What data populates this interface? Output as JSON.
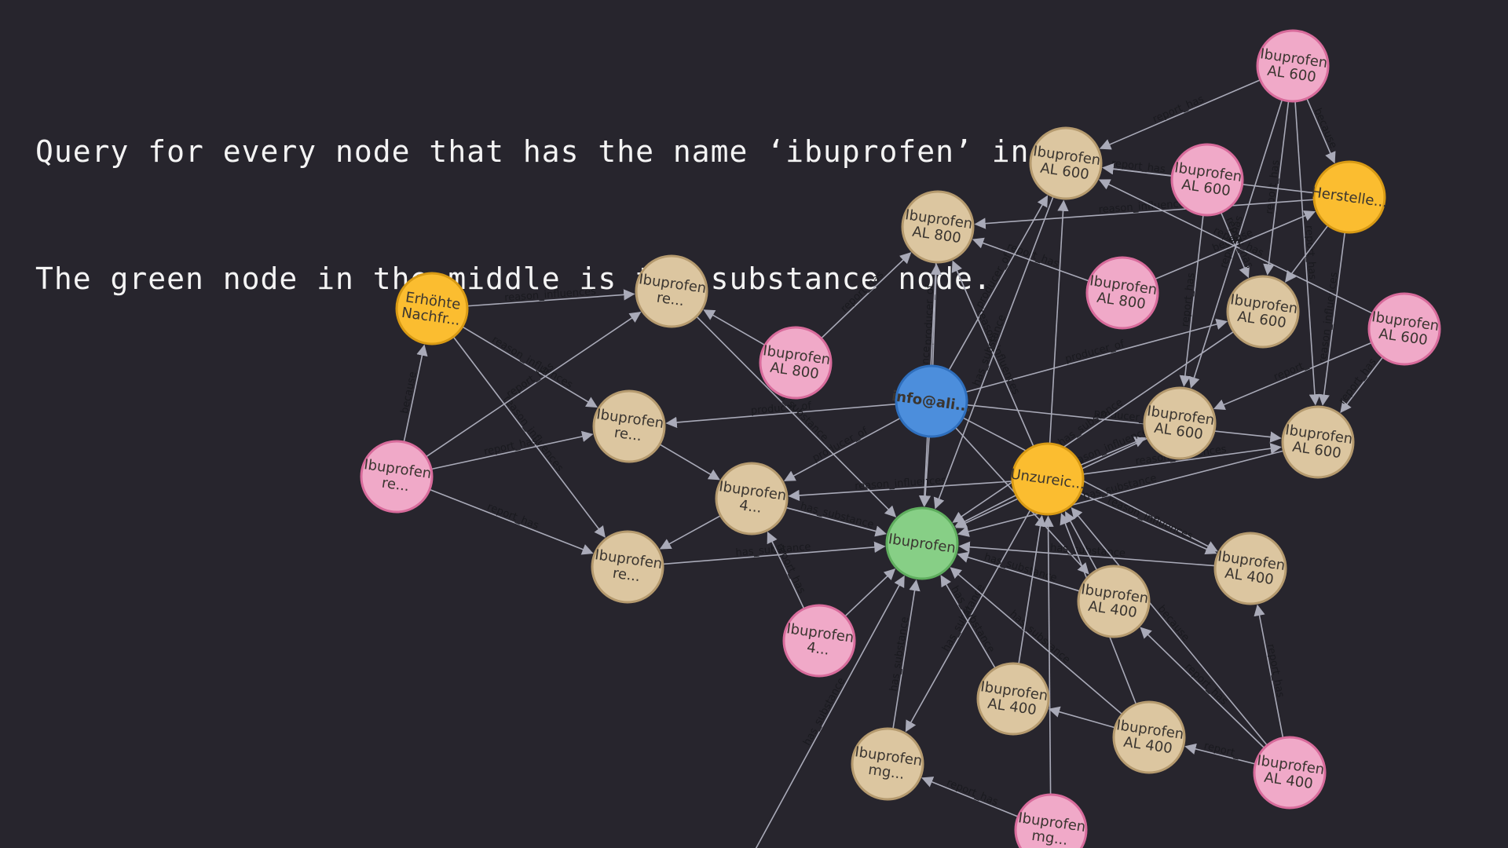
{
  "caption": {
    "line1": "Query for every node that has the name ‘ibuprofen’ in it.",
    "line2": "The green node in the middle is the substance node."
  },
  "colors": {
    "background": "#27252d",
    "report": "#f0a9c8",
    "report_border": "#d86b9b",
    "product": "#dcc6a0",
    "product_border": "#b59a6e",
    "reason": "#fbbd30",
    "reason_border": "#d89a14",
    "producer": "#4c8edc",
    "producer_border": "#2f6fbd",
    "substance": "#87cf86",
    "substance_border": "#5fae5e",
    "edge": "#a9aab8"
  },
  "nodes": [
    {
      "id": "n_r1",
      "kind": "report",
      "lines": [
        "Ibuprofen",
        "AL 600"
      ]
    },
    {
      "id": "n_p1",
      "kind": "product",
      "lines": [
        "Ibuprofen",
        "AL 600"
      ]
    },
    {
      "id": "n_r2",
      "kind": "report",
      "lines": [
        "Ibuprofen",
        "AL 600"
      ]
    },
    {
      "id": "n_h",
      "kind": "reason",
      "lines": [
        "Herstelle..."
      ]
    },
    {
      "id": "n_p2",
      "kind": "product",
      "lines": [
        "Ibuprofen",
        "AL 800"
      ]
    },
    {
      "id": "n_r3",
      "kind": "report",
      "lines": [
        "Ibuprofen",
        "AL 800"
      ]
    },
    {
      "id": "n_p3",
      "kind": "product",
      "lines": [
        "Ibuprofen",
        "AL 600"
      ]
    },
    {
      "id": "n_r4",
      "kind": "report",
      "lines": [
        "Ibuprofen",
        "AL 600"
      ]
    },
    {
      "id": "n_en",
      "kind": "reason",
      "lines": [
        "Erhöhte",
        "Nachfr..."
      ]
    },
    {
      "id": "n_p4",
      "kind": "product",
      "lines": [
        "Ibuprofen",
        "re..."
      ]
    },
    {
      "id": "n_r5",
      "kind": "report",
      "lines": [
        "Ibuprofen",
        "AL 800"
      ]
    },
    {
      "id": "n_info",
      "kind": "producer",
      "lines": [
        "info@ali..."
      ]
    },
    {
      "id": "n_p5",
      "kind": "product",
      "lines": [
        "Ibuprofen",
        "re..."
      ]
    },
    {
      "id": "n_p6",
      "kind": "product",
      "lines": [
        "Ibuprofen",
        "AL 600"
      ]
    },
    {
      "id": "n_p7",
      "kind": "product",
      "lines": [
        "Ibuprofen",
        "AL 600"
      ]
    },
    {
      "id": "n_r6",
      "kind": "report",
      "lines": [
        "Ibuprofen",
        "re..."
      ]
    },
    {
      "id": "n_p8",
      "kind": "product",
      "lines": [
        "Ibuprofen",
        "4..."
      ]
    },
    {
      "id": "n_u",
      "kind": "reason",
      "lines": [
        "Unzureic..."
      ]
    },
    {
      "id": "n_ibu",
      "kind": "substance",
      "lines": [
        "Ibuprofen"
      ]
    },
    {
      "id": "n_p9",
      "kind": "product",
      "lines": [
        "Ibuprofen",
        "re..."
      ]
    },
    {
      "id": "n_p10",
      "kind": "product",
      "lines": [
        "Ibuprofen",
        "AL 400"
      ]
    },
    {
      "id": "n_p11",
      "kind": "product",
      "lines": [
        "Ibuprofen",
        "AL 400"
      ]
    },
    {
      "id": "n_r7",
      "kind": "report",
      "lines": [
        "Ibuprofen",
        "4..."
      ]
    },
    {
      "id": "n_p12",
      "kind": "product",
      "lines": [
        "Ibuprofen",
        "AL 400"
      ]
    },
    {
      "id": "n_p13",
      "kind": "product",
      "lines": [
        "Ibuprofen",
        "AL 400"
      ]
    },
    {
      "id": "n_p14",
      "kind": "product",
      "lines": [
        "Ibuprofen",
        "mg..."
      ]
    },
    {
      "id": "n_r8",
      "kind": "report",
      "lines": [
        "Ibuprofen",
        "AL 400"
      ]
    },
    {
      "id": "n_r9",
      "kind": "report",
      "lines": [
        "Ibuprofen",
        "mg..."
      ]
    }
  ],
  "edges": [
    {
      "from": "n_r1",
      "to": "n_p1",
      "label": "report_has"
    },
    {
      "from": "n_r1",
      "to": "n_h",
      "label": "because"
    },
    {
      "from": "n_r1",
      "to": "n_p3",
      "label": "report_has"
    },
    {
      "from": "n_r1",
      "to": "n_p7",
      "label": "report_has"
    },
    {
      "from": "n_r1",
      "to": "n_p6",
      "label": "report_has"
    },
    {
      "from": "n_r2",
      "to": "n_p1",
      "label": "report_has"
    },
    {
      "from": "n_r2",
      "to": "n_p3",
      "label": "report_has"
    },
    {
      "from": "n_r2",
      "to": "n_p6",
      "label": "report_has"
    },
    {
      "from": "n_h",
      "to": "n_p2",
      "label": "reason_influences"
    },
    {
      "from": "n_h",
      "to": "n_p3",
      "label": ""
    },
    {
      "from": "n_h",
      "to": "n_p7",
      "label": "reason_influences"
    },
    {
      "from": "n_h",
      "to": "n_p1",
      "label": ""
    },
    {
      "from": "n_r3",
      "to": "n_p2",
      "label": "report_has"
    },
    {
      "from": "n_r3",
      "to": "n_h",
      "label": "because"
    },
    {
      "from": "n_r4",
      "to": "n_p1",
      "label": "report_has"
    },
    {
      "from": "n_r4",
      "to": "n_p7",
      "label": "report_has"
    },
    {
      "from": "n_r4",
      "to": "n_p6",
      "label": "report_"
    },
    {
      "from": "n_en",
      "to": "n_p4",
      "label": "reason_influences"
    },
    {
      "from": "n_en",
      "to": "n_p5",
      "label": "reason_influences"
    },
    {
      "from": "n_en",
      "to": "n_p9",
      "label": "reason_influences"
    },
    {
      "from": "n_r6",
      "to": "n_en",
      "label": "because"
    },
    {
      "from": "n_r6",
      "to": "n_p4",
      "label": "report_has"
    },
    {
      "from": "n_r6",
      "to": "n_p5",
      "label": "report_has"
    },
    {
      "from": "n_r6",
      "to": "n_p9",
      "label": "report_has"
    },
    {
      "from": "n_r5",
      "to": "n_p2",
      "label": "report_has"
    },
    {
      "from": "n_r5",
      "to": "n_p4",
      "label": ""
    },
    {
      "from": "n_info",
      "to": "n_p2",
      "label": "producer_of"
    },
    {
      "from": "n_info",
      "to": "n_p5",
      "label": "producer_of"
    },
    {
      "from": "n_info",
      "to": "n_p8",
      "label": "producer_of"
    },
    {
      "from": "n_info",
      "to": "n_p7",
      "label": "producer_of"
    },
    {
      "from": "n_info",
      "to": "n_p3",
      "label": "producer_of"
    },
    {
      "from": "n_info",
      "to": "n_p1",
      "label": "producer_of"
    },
    {
      "from": "n_info",
      "to": "n_p11",
      "label": ""
    },
    {
      "from": "n_info",
      "to": "n_p10",
      "label": ""
    },
    {
      "from": "n_info",
      "to": "n_ibu",
      "label": ""
    },
    {
      "from": "n_p4",
      "to": "n_ibu",
      "label": "has_substance"
    },
    {
      "from": "n_p5",
      "to": "n_p8",
      "label": ""
    },
    {
      "from": "n_p8",
      "to": "n_ibu",
      "label": "has_substance"
    },
    {
      "from": "n_p8",
      "to": "n_p9",
      "label": ""
    },
    {
      "from": "n_p9",
      "to": "n_ibu",
      "label": "has_substance"
    },
    {
      "from": "n_r7",
      "to": "n_p8",
      "label": "report_has"
    },
    {
      "from": "n_r7",
      "to": "n_ibu",
      "label": ""
    },
    {
      "from": "n_u",
      "to": "n_p8",
      "label": "reason_influences"
    },
    {
      "from": "n_u",
      "to": "n_p7",
      "label": "reason_influences"
    },
    {
      "from": "n_u",
      "to": "n_p6",
      "label": "reason_influences"
    },
    {
      "from": "n_u",
      "to": "n_p10",
      "label": "reason_influences"
    },
    {
      "from": "n_u",
      "to": "n_p2",
      "label": "reason_influences"
    },
    {
      "from": "n_u",
      "to": "n_p1",
      "label": ""
    },
    {
      "from": "n_u",
      "to": "n_ibu",
      "label": ""
    },
    {
      "from": "n_u",
      "to": "n_p14",
      "label": "has_substance"
    },
    {
      "from": "n_p7",
      "to": "n_ibu",
      "label": "has_substance"
    },
    {
      "from": "n_p6",
      "to": "n_ibu",
      "label": "has_substance"
    },
    {
      "from": "n_p10",
      "to": "n_ibu",
      "label": "has_substance"
    },
    {
      "from": "n_p11",
      "to": "n_ibu",
      "label": "has_substance"
    },
    {
      "from": "n_p12",
      "to": "n_ibu",
      "label": "has_substance"
    },
    {
      "from": "n_p13",
      "to": "n_ibu",
      "label": "has_substance"
    },
    {
      "from": "n_p14",
      "to": "n_ibu",
      "label": "has_substance"
    },
    {
      "from": "n_p2",
      "to": "n_ibu",
      "label": "has_substance"
    },
    {
      "from": "n_p3",
      "to": "n_ibu",
      "label": "has_substance"
    },
    {
      "from": "n_p1",
      "to": "n_ibu",
      "label": "has_substance"
    },
    {
      "from": "n_r8",
      "to": "n_p13",
      "label": "report_"
    },
    {
      "from": "n_r8",
      "to": "n_p10",
      "label": "report_has"
    },
    {
      "from": "n_r8",
      "to": "n_p11",
      "label": "report_has"
    },
    {
      "from": "n_r8",
      "to": "n_u",
      "label": "because"
    },
    {
      "from": "n_r9",
      "to": "n_p14",
      "label": "report_has"
    },
    {
      "from": "n_r9",
      "to": "n_u",
      "label": ""
    },
    {
      "from": "n_p13",
      "to": "n_p12",
      "label": ""
    },
    {
      "from": "n_p11",
      "to": "n_u",
      "label": ""
    },
    {
      "from": "n_p12",
      "to": "n_u",
      "label": ""
    },
    {
      "from": "n_p13",
      "to": "n_u",
      "label": ""
    },
    {
      "from": "n_offscreen",
      "to": "n_ibu",
      "label": "has_substance"
    }
  ]
}
